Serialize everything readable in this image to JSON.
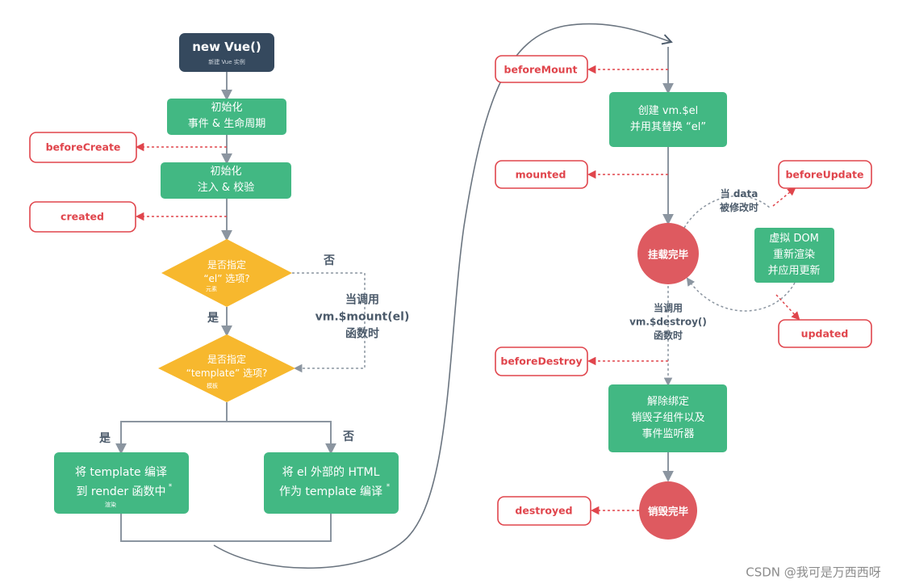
{
  "colors": {
    "green": "#42b883",
    "dark": "#35495e",
    "yellow": "#f7b82e",
    "red": "#de5a60",
    "hook": "#e0454c",
    "line": "#8b95a0",
    "dotted": "#e0454c"
  },
  "start": {
    "title": "new Vue()",
    "subtitle": "新建 Vue 实例"
  },
  "steps": {
    "init_events": [
      "初始化",
      "事件 & 生命周期"
    ],
    "init_inject": [
      "初始化",
      "注入 & 校验"
    ],
    "create_el": [
      "创建 vm.$el",
      "并用其替换 “el”"
    ],
    "vdom": [
      "虚拟 DOM",
      "重新渲染",
      "并应用更新"
    ],
    "teardown": [
      "解除绑定",
      "销毁子组件以及",
      "事件监听器"
    ],
    "compile_template": [
      "将 template 编译",
      "到 render 函数中"
    ],
    "compile_el": [
      "将 el 外部的 HTML",
      "作为 template 编译"
    ]
  },
  "decisions": {
    "el": {
      "lines": [
        "是否指定",
        "“el” 选项?"
      ],
      "small": "元素"
    },
    "template": {
      "lines": [
        "是否指定",
        "“template” 选项?"
      ],
      "small": "模板"
    }
  },
  "hooks": {
    "beforeCreate": "beforeCreate",
    "created": "created",
    "beforeMount": "beforeMount",
    "mounted": "mounted",
    "beforeUpdate": "beforeUpdate",
    "updated": "updated",
    "beforeDestroy": "beforeDestroy",
    "destroyed": "destroyed"
  },
  "states": {
    "mounted": "挂载完毕",
    "destroyed": "销毁完毕"
  },
  "labels": {
    "yes": "是",
    "no": "否",
    "mount_call": [
      "当调用",
      "vm.$mount(el)",
      "函数时"
    ],
    "data_changed": [
      "当 data",
      "被修改时"
    ],
    "destroy_call": [
      "当调用",
      "vm.$destroy()",
      "函数时"
    ],
    "render_small": "渲染",
    "asterisk": "*"
  },
  "watermark": "CSDN @我可是万西西呀"
}
